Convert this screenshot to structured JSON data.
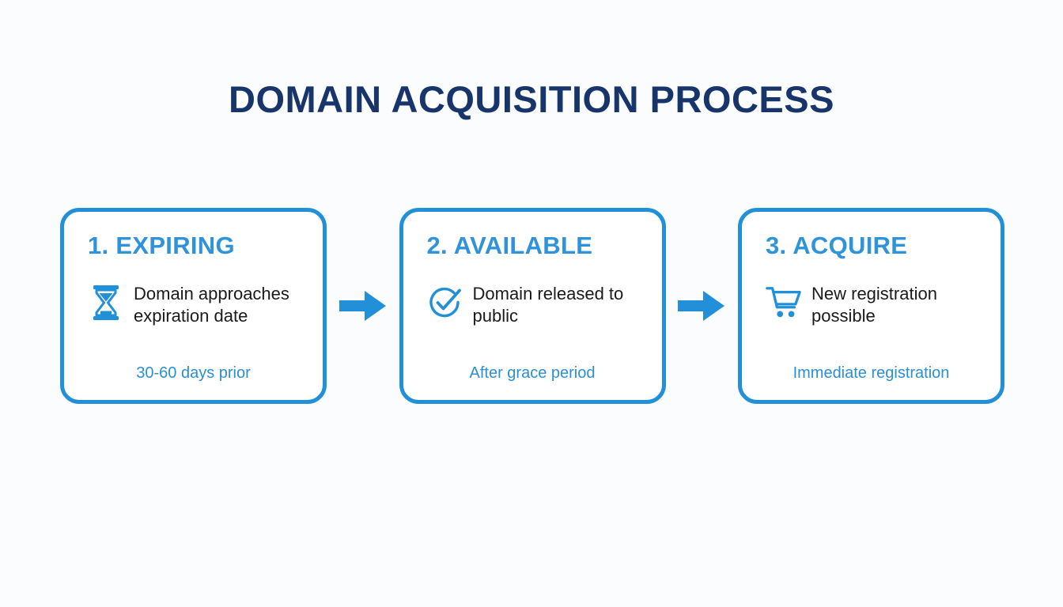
{
  "page": {
    "title": "DOMAIN ACQUISITION PROCESS",
    "background_color": "#fbfcfd",
    "title_color": "#17356b",
    "accent_color": "#2290d8",
    "heading_color": "#2e93d9",
    "note_color": "#2b8fd4",
    "body_text_color": "#1a1a1a"
  },
  "steps": [
    {
      "heading": "1. EXPIRING",
      "icon": "hourglass-icon",
      "description": "Domain approaches expiration date",
      "note": "30-60 days prior"
    },
    {
      "heading": "2. AVAILABLE",
      "icon": "check-circle-icon",
      "description": "Domain released to public",
      "note": "After grace period"
    },
    {
      "heading": "3. ACQUIRE",
      "icon": "shopping-cart-icon",
      "description": "New registration possible",
      "note": "Immediate registration"
    }
  ],
  "connectors": [
    {
      "icon": "arrow-right-icon"
    },
    {
      "icon": "arrow-right-icon"
    }
  ]
}
